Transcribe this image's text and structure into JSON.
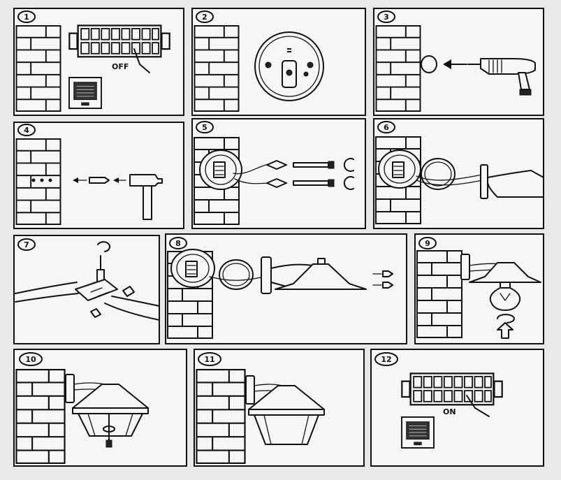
{
  "panels": [
    {
      "id": 1,
      "number": "1",
      "labels": [
        "OFF"
      ]
    },
    {
      "id": 2,
      "number": "2",
      "labels": []
    },
    {
      "id": 3,
      "number": "3",
      "labels": []
    },
    {
      "id": 4,
      "number": "4",
      "labels": []
    },
    {
      "id": 5,
      "number": "5",
      "labels": []
    },
    {
      "id": 6,
      "number": "6",
      "labels": []
    },
    {
      "id": 7,
      "number": "7",
      "labels": []
    },
    {
      "id": 8,
      "number": "8",
      "labels": []
    },
    {
      "id": 9,
      "number": "9",
      "labels": []
    },
    {
      "id": 10,
      "number": "10",
      "labels": []
    },
    {
      "id": 11,
      "number": "11",
      "labels": []
    },
    {
      "id": 12,
      "number": "12",
      "labels": [
        "ON"
      ]
    }
  ],
  "colors": {
    "ink": "#111111",
    "paper": "#f6f6f6",
    "background": "#e9e9e9"
  }
}
